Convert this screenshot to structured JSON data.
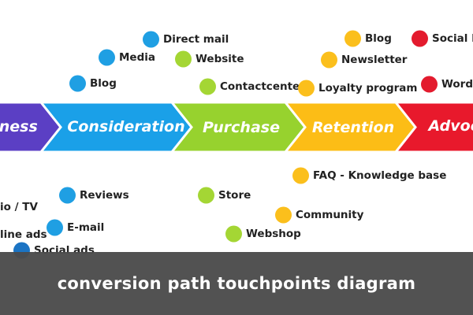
{
  "colors": {
    "awareness": "#5b3fc4",
    "consideration": "#1aa0e8",
    "purchase": "#97d22e",
    "retention": "#fcbd16",
    "advocacy": "#e8192c",
    "dot_blue": "#1f9fe3",
    "dot_green": "#a4d634",
    "dot_yellow": "#fbbf1c",
    "dot_red": "#e31b2e",
    "dot_navy": "#1b74c4"
  },
  "stages": [
    {
      "id": "awareness",
      "label": "Awareness",
      "color_key": "awareness"
    },
    {
      "id": "consideration",
      "label": "Consideration",
      "color_key": "consideration"
    },
    {
      "id": "purchase",
      "label": "Purchase",
      "color_key": "purchase"
    },
    {
      "id": "retention",
      "label": "Retention",
      "color_key": "retention"
    },
    {
      "id": "advocacy",
      "label": "Advocacy",
      "color_key": "advocacy"
    }
  ],
  "touchpoints": {
    "direct_mail": {
      "label": "Direct mail",
      "color_key": "dot_blue"
    },
    "media": {
      "label": "Media",
      "color_key": "dot_blue"
    },
    "blog_consideration": {
      "label": "Blog",
      "color_key": "dot_blue"
    },
    "website": {
      "label": "Website",
      "color_key": "dot_green"
    },
    "contactcenter": {
      "label": "Contactcenter",
      "color_key": "dot_green"
    },
    "blog_retention": {
      "label": "Blog",
      "color_key": "dot_yellow"
    },
    "newsletter": {
      "label": "Newsletter",
      "color_key": "dot_yellow"
    },
    "loyalty_program": {
      "label": "Loyalty program",
      "color_key": "dot_yellow"
    },
    "social_media": {
      "label": "Social M",
      "color_key": "dot_red"
    },
    "word_of_mouth": {
      "label": "Word-",
      "color_key": "dot_red"
    },
    "radio_tv": {
      "label": "io / TV",
      "color_key": "dot_navy"
    },
    "online_ads": {
      "label": "line ads",
      "color_key": "dot_navy"
    },
    "social_ads": {
      "label": "Social ads",
      "color_key": "dot_navy"
    },
    "reviews": {
      "label": "Reviews",
      "color_key": "dot_blue"
    },
    "email": {
      "label": "E-mail",
      "color_key": "dot_blue"
    },
    "store": {
      "label": "Store",
      "color_key": "dot_green"
    },
    "webshop": {
      "label": "Webshop",
      "color_key": "dot_green"
    },
    "faq": {
      "label": "FAQ - Knowledge base",
      "color_key": "dot_yellow"
    },
    "community": {
      "label": "Community",
      "color_key": "dot_yellow"
    }
  },
  "caption": "conversion path touchpoints diagram"
}
